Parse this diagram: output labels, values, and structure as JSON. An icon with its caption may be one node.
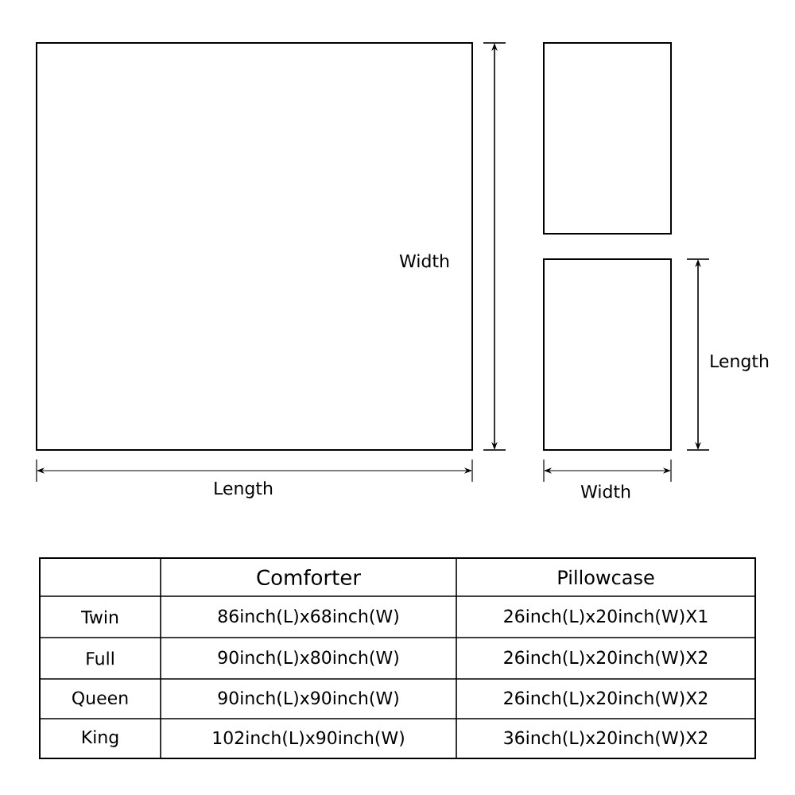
{
  "diagram": {
    "nodes": [
      {
        "text": [],
        "shape": "box"
      },
      {
        "text": [],
        "shape": "box"
      },
      {
        "text": [],
        "shape": "box"
      }
    ],
    "edges": [],
    "labels": [
      "Width",
      "Length",
      "Length",
      "Width",
      "Comforter",
      "Pillowcase",
      "Twin",
      "86inch(L)x68inch(W)",
      "26inch(L)x20inch(W)X1",
      "Full",
      "90inch(L)x80inch(W)",
      "26inch(L)x20inch(W)X2",
      "Queen",
      "90inch(L)x90inch(W)",
      "26inch(L)x20inch(W)X2",
      "King",
      "102inch(L)x90inch(W)",
      "36inch(L)x20inch(W)X2"
    ]
  }
}
